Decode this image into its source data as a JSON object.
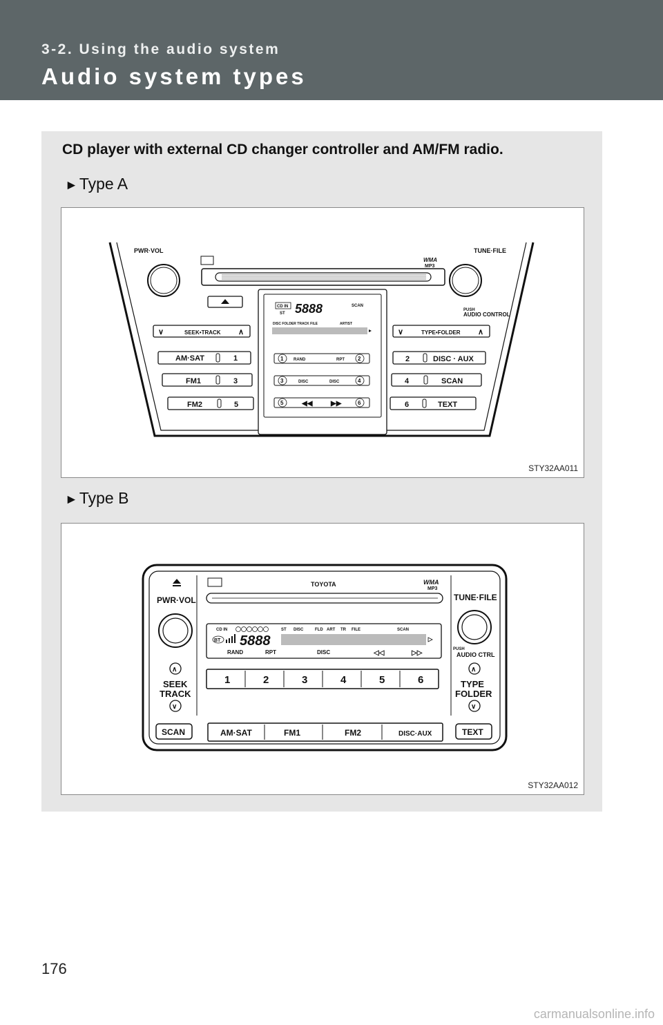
{
  "header": {
    "section": "3-2. Using the audio system",
    "title": "Audio system types"
  },
  "intro": "CD player with external CD changer controller and AM/FM radio.",
  "type_a": {
    "label": "Type A",
    "figure_id": "STY32AA011",
    "labels": {
      "pwr_vol": "PWR·VOL",
      "tune_file": "TUNE·FILE",
      "wma": "WMA",
      "mp3": "MP3",
      "push": "PUSH",
      "audio_control": "AUDIO CONTROL",
      "seek_track": "SEEK•TRACK",
      "type_folder": "TYPE•FOLDER",
      "am_sat": "AM·SAT",
      "am_sat_num": "1",
      "fm1": "FM1",
      "fm1_num": "3",
      "fm2": "FM2",
      "fm2_num": "5",
      "disc_aux_num": "2",
      "disc_aux": "DISC · AUX",
      "scan_num": "4",
      "scan": "SCAN",
      "text_num": "6",
      "text": "TEXT",
      "cd_in": "CD IN",
      "st": "ST",
      "display_scan": "SCAN",
      "display_digits": "5888",
      "disc_folder": "DISC    FOLDER TRACK FILE",
      "artist": "ARTIST",
      "p1": "1",
      "rand": "RAND",
      "rpt": "RPT",
      "p2": "2",
      "p3": "3",
      "disc_down": "DISC",
      "disc_up": "DISC",
      "p4": "4",
      "p5": "5",
      "p6": "6"
    }
  },
  "type_b": {
    "label": "Type B",
    "figure_id": "STY32AA012",
    "labels": {
      "toyota": "TOYOTA",
      "wma": "WMA",
      "mp3": "MP3",
      "pwr_vol": "PWR·VOL",
      "tune_file": "TUNE·FILE",
      "push": "PUSH",
      "audio_ctrl": "AUDIO CTRL",
      "seek": "SEEK",
      "track": "TRACK",
      "type": "TYPE",
      "folder": "FOLDER",
      "cd_in": "CD IN",
      "st": "ST",
      "disc_ind": "DISC",
      "fld": "FLD",
      "art": "ART",
      "tr": "TR",
      "file": "FILE",
      "scan_ind": "SCAN",
      "bt": "BT",
      "display_digits": "5888",
      "rand": "RAND",
      "rpt": "RPT",
      "disc": "DISC",
      "presets": [
        "1",
        "2",
        "3",
        "4",
        "5",
        "6"
      ],
      "scan": "SCAN",
      "am_sat": "AM·SAT",
      "fm1": "FM1",
      "fm2": "FM2",
      "disc_aux": "DISC·AUX",
      "text": "TEXT"
    }
  },
  "page_number": "176",
  "watermark": "carmanualsonline.info"
}
